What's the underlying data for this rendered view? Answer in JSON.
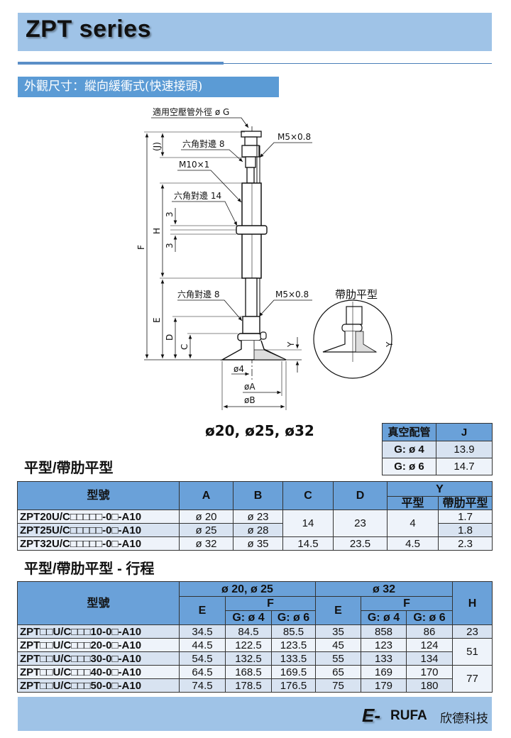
{
  "header": {
    "title": "ZPT series"
  },
  "section": {
    "title": "外觀尺寸：縱向緩衝式(快速接頭)"
  },
  "drawing": {
    "labels": {
      "tube_od": "適用空壓管外徑 ø G",
      "thread_top": "M5×0.8",
      "hex_top": "六角對邊 8",
      "thread_body": "M10×1",
      "hex_nut": "六角對邊 14",
      "hex_bottom": "六角對邊 8",
      "thread_bottom": "M5×0.8",
      "detail_title": "帶肋平型",
      "dim_J": "(J)",
      "dim_H": "H",
      "dim_F": "F",
      "dim_E": "E",
      "dim_D": "D",
      "dim_C": "C",
      "dim_Y": "Y",
      "dim_3a": "3",
      "dim_3b": "3",
      "dim_d4": "ø4",
      "dim_A": "øA",
      "dim_B": "øB",
      "sizes": "ø20, ø25, ø32"
    }
  },
  "j_table": {
    "headers": [
      "真空配管",
      "J"
    ],
    "rows": [
      {
        "g": "G: ø 4",
        "j": "13.9"
      },
      {
        "g": "G: ø 6",
        "j": "14.7"
      }
    ]
  },
  "table1": {
    "heading": "平型/帶肋平型",
    "headers": {
      "model": "型號",
      "a": "A",
      "b": "B",
      "c": "C",
      "d": "D",
      "y": "Y",
      "y_flat": "平型",
      "y_ribbed": "帶肋平型"
    },
    "rows": [
      {
        "model": "ZPT20U/C□□□□□-0□-A10",
        "a": "ø 20",
        "b": "ø 23",
        "y_ribbed": "1.7"
      },
      {
        "model": "ZPT25U/C□□□□□-0□-A10",
        "a": "ø 25",
        "b": "ø 28",
        "y_ribbed": "1.8"
      },
      {
        "model": "ZPT32U/C□□□□□-0□-A10",
        "a": "ø 32",
        "b": "ø 35",
        "c": "14.5",
        "d": "23.5",
        "y_flat": "4.5",
        "y_ribbed": "2.3"
      }
    ],
    "merged_20_25": {
      "c": "14",
      "d": "23",
      "y_flat": "4"
    }
  },
  "table2": {
    "heading": "平型/帶肋平型 - 行程",
    "headers": {
      "model": "型號",
      "group1": "ø 20, ø 25",
      "group2": "ø 32",
      "e": "E",
      "f": "F",
      "g4": "G: ø 4",
      "g6": "G: ø 6",
      "h": "H"
    },
    "rows": [
      {
        "model": "ZPT□□U/C□□□10-0□-A10",
        "e1": "34.5",
        "f1g4": "84.5",
        "f1g6": "85.5",
        "e2": "35",
        "f2g4": "858",
        "f2g6": "86"
      },
      {
        "model": "ZPT□□U/C□□□20-0□-A10",
        "e1": "44.5",
        "f1g4": "122.5",
        "f1g6": "123.5",
        "e2": "45",
        "f2g4": "123",
        "f2g6": "124"
      },
      {
        "model": "ZPT□□U/C□□□30-0□-A10",
        "e1": "54.5",
        "f1g4": "132.5",
        "f1g6": "133.5",
        "e2": "55",
        "f2g4": "133",
        "f2g6": "134"
      },
      {
        "model": "ZPT□□U/C□□□40-0□-A10",
        "e1": "64.5",
        "f1g4": "168.5",
        "f1g6": "169.5",
        "e2": "65",
        "f2g4": "169",
        "f2g6": "170"
      },
      {
        "model": "ZPT□□U/C□□□50-0□-A10",
        "e1": "74.5",
        "f1g4": "178.5",
        "f1g6": "176.5",
        "e2": "75",
        "f2g4": "179",
        "f2g6": "180"
      }
    ],
    "h_values": [
      "23",
      "51",
      "77"
    ]
  },
  "footer": {
    "logo": "E-",
    "brand": "RUFA",
    "company": "欣德科技"
  }
}
